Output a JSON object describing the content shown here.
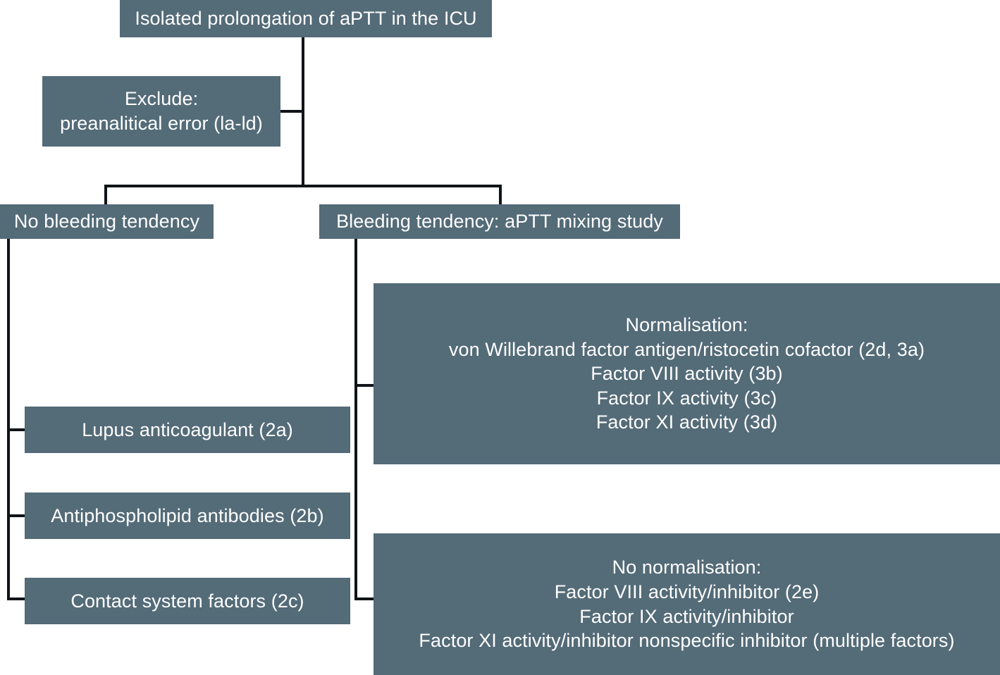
{
  "diagram": {
    "title": "Isolated prolongation of aPTT in the ICU",
    "palette": {
      "box_fill": "#546b78",
      "box_text": "#ffffff",
      "connector": "#101418",
      "background": "#ffffff"
    },
    "nodes": {
      "root": {
        "id": "root",
        "label": "Isolated prolongation of aPTT in the ICU"
      },
      "exclude": {
        "id": "exclude",
        "lines": [
          "Exclude:",
          "preanalitical error (la-ld)"
        ]
      },
      "no_bleeding": {
        "id": "no-bleeding",
        "label": "No bleeding tendency"
      },
      "bleeding": {
        "id": "bleeding",
        "label": "Bleeding tendency: aPTT mixing study"
      },
      "lupus": {
        "id": "lupus-anticoagulant",
        "label": "Lupus anticoagulant (2a)"
      },
      "antiphospholipid": {
        "id": "antiphospholipid-antibodies",
        "label": "Antiphospholipid antibodies (2b)"
      },
      "contact": {
        "id": "contact-system-factors",
        "label": "Contact system factors (2c)"
      },
      "normalisation": {
        "id": "normalisation",
        "lines": [
          "Normalisation:",
          "von Willebrand factor antigen/ristocetin cofactor (2d, 3a)",
          "Factor VIII activity (3b)",
          "Factor IX activity (3c)",
          "Factor XI activity (3d)"
        ]
      },
      "no_normalisation": {
        "id": "no-normalisation",
        "lines": [
          "No normalisation:",
          "Factor VIII activity/inhibitor (2e)",
          "Factor IX activity/inhibitor",
          "Factor XI activity/inhibitor nonspecific inhibitor (multiple factors)"
        ]
      }
    },
    "edges": [
      {
        "from": "root",
        "to": "exclude"
      },
      {
        "from": "root",
        "to": "no-bleeding"
      },
      {
        "from": "root",
        "to": "bleeding"
      },
      {
        "from": "no-bleeding",
        "to": "lupus-anticoagulant"
      },
      {
        "from": "no-bleeding",
        "to": "antiphospholipid-antibodies"
      },
      {
        "from": "no-bleeding",
        "to": "contact-system-factors"
      },
      {
        "from": "bleeding",
        "to": "normalisation"
      },
      {
        "from": "bleeding",
        "to": "no-normalisation"
      }
    ]
  }
}
